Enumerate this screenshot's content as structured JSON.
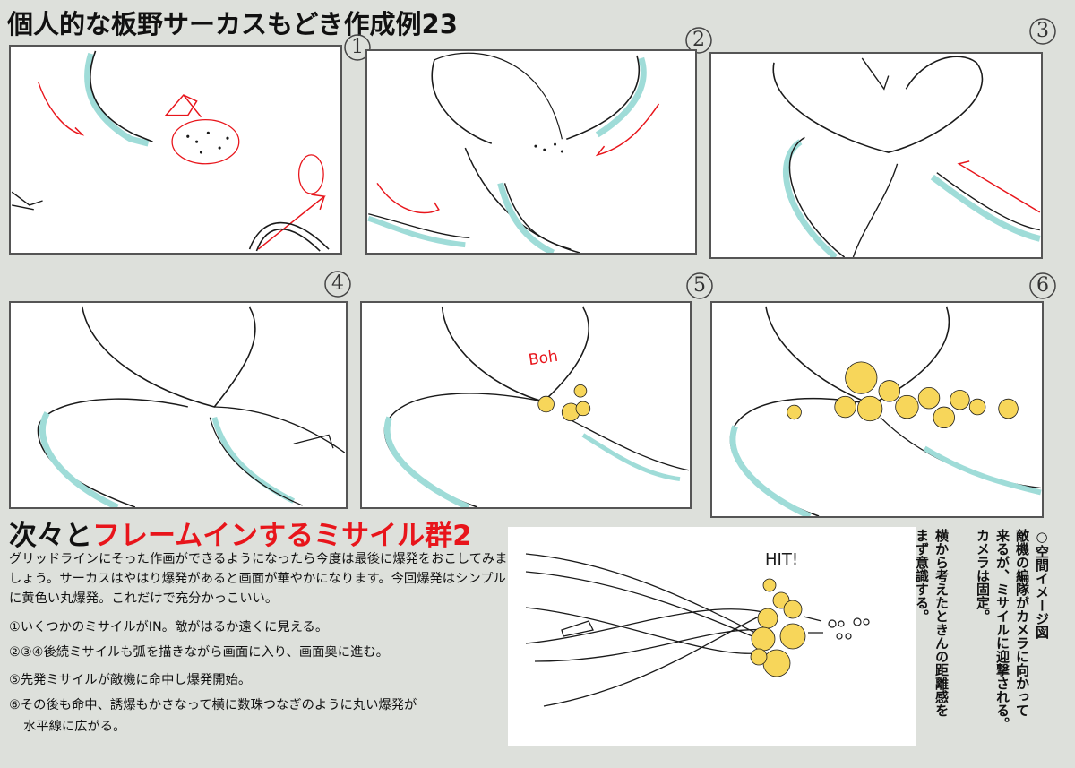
{
  "title": "個人的な板野サーカスもどき作成例23",
  "panels": [
    {
      "num": "1"
    },
    {
      "num": "2"
    },
    {
      "num": "3"
    },
    {
      "num": "4"
    },
    {
      "num": "5"
    },
    {
      "num": "6"
    }
  ],
  "sketch_text": {
    "boh": "Boh",
    "hit": "HIT!"
  },
  "subheading": {
    "part1": "次々と",
    "part2": "フレームインするミサイル群2"
  },
  "description": "グリッドラインにそった作画ができるようになったら今度は最後に爆発をおこしてみましょう。サーカスはやはり爆発があると画面が華やかになります。今回爆発はシンプルに黄色い丸爆発。これだけで充分かっこいい。",
  "notes": [
    "①いくつかのミサイルがIN。敵がはるか遠くに見える。",
    "②③④後続ミサイルも弧を描きながら画面に入り、画面奥に進む。",
    "⑤先発ミサイルが敵機に命中し爆発開始。",
    "⑥その後も命中、誘爆もかさなって横に数珠つなぎのように丸い爆発が",
    "水平線に広がる。"
  ],
  "space_notes": {
    "heading": "○空間イメージ図",
    "line1": "敵機の編隊がカメラに向かって",
    "line2": "来るが、ミサイルに迎撃される。",
    "line3": "カメラは固定。",
    "line4": "横から考えたときんの距離感を",
    "line5": "まず意識する。"
  },
  "colors": {
    "red": "#e8151b",
    "cyan": "#9fdcd8",
    "yellow": "#f7d65a",
    "ink": "#1a1a1a"
  }
}
